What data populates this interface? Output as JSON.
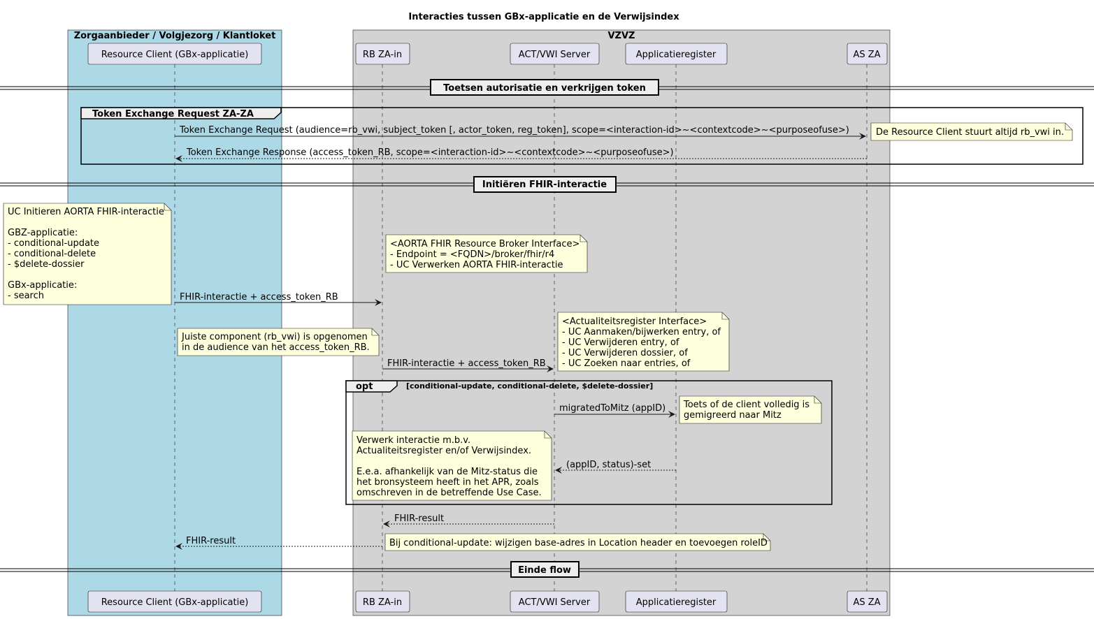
{
  "title": "Interacties tussen GBx-applicatie en de Verwijsindex",
  "boxes": {
    "left": "Zorgaanbieder / Volgjezorg / Klantloket",
    "right": "VZVZ",
    "left_color": "#add8e6",
    "right_color": "#d3d3d3"
  },
  "participants": {
    "resource_client": "Resource Client (GBx-applicatie)",
    "rb_za_in": "RB ZA-in",
    "act_vwi": "ACT/VWI Server",
    "app_reg": "Applicatieregister",
    "as_za": "AS ZA"
  },
  "dividers": {
    "d1": "Toetsen autorisatie en verkrijgen token",
    "d2": "Initiëren FHIR-interactie",
    "d3": "Einde flow"
  },
  "groups": {
    "token_exchange": "Token Exchange Request ZA-ZA",
    "opt_label": "opt",
    "opt_condition": "[conditional-update, conditional-delete, $delete-dossier]"
  },
  "messages": {
    "m1": "Token Exchange Request (audience=rb_vwi, subject_token [, actor_token, reg_token], scope=<interaction-id>~<contextcode>~<purposeofuse>)",
    "m2": "Token Exchange Response (access_token_RB, scope=<interaction-id>~<contextcode>~<purposeofuse>)",
    "m3": "FHIR-interactie + access_token_RB",
    "m4": "FHIR-interactie + access_token_RB",
    "m5": "migratedToMitz (appID)",
    "m6": "(appID, status)-set",
    "m7": "FHIR-result",
    "m8": "FHIR-result"
  },
  "notes": {
    "n_token": [
      "De Resource Client stuurt altijd rb_vwi in."
    ],
    "n_uc": [
      "UC Initieren AORTA FHIR-interactie",
      "",
      "GBZ-applicatie:",
      "- conditional-update",
      "- conditional-delete",
      "- $delete-dossier",
      "",
      "GBx-applicatie:",
      "- search"
    ],
    "n_rb": [
      "<AORTA FHIR Resource Broker Interface>",
      "- Endpoint = <FQDN>/broker/fhir/r4",
      "- UC Verwerken AORTA FHIR-interactie"
    ],
    "n_audience": [
      "Juiste component (rb_vwi) is opgenomen",
      "in de audience van het access_token_RB."
    ],
    "n_act": [
      "<Actualiteitsregister Interface>",
      "- UC Aanmaken/bijwerken entry, of",
      "- UC Verwijderen entry, of",
      "- UC Verwijderen dossier, of",
      "- UC Zoeken naar entries, of"
    ],
    "n_mitz": [
      "Toets of de client volledig is",
      "gemigreerd naar Mitz"
    ],
    "n_verwerk": [
      "Verwerk interactie m.b.v.",
      "Actualiteitsregister en/of Verwijsindex.",
      "",
      "E.e.a. afhankelijk van de Mitz-status die",
      "het bronsysteem heeft in het APR, zoals",
      "omschreven in de betreffende Use Case."
    ],
    "n_location": [
      "Bij conditional-update: wijzigen base-adres in Location header en toevoegen roleID"
    ]
  }
}
